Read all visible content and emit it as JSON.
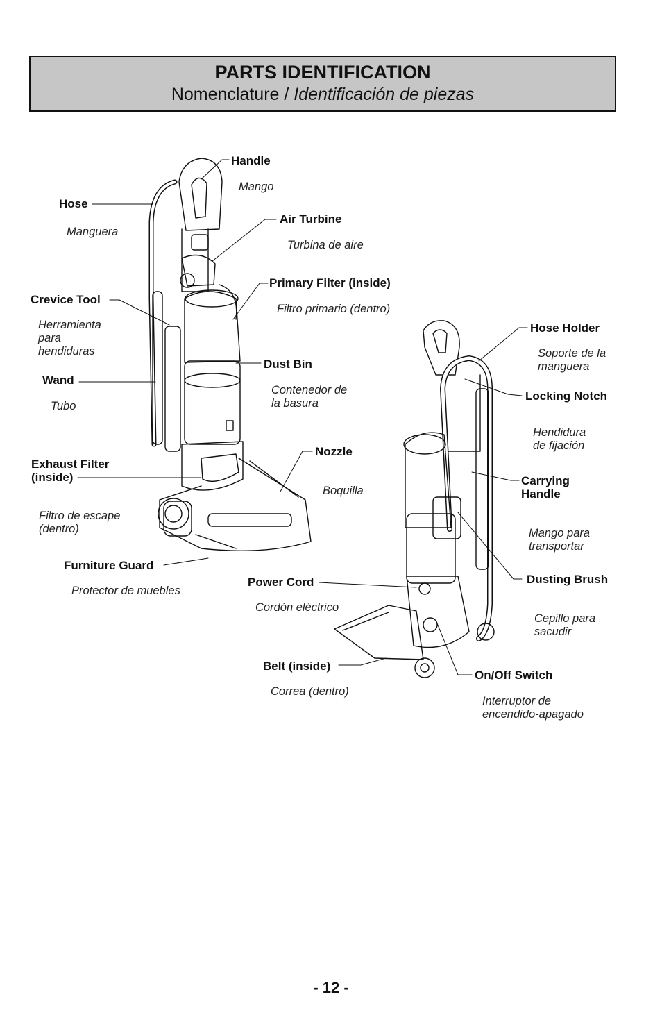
{
  "header": {
    "title": "PARTS IDENTIFICATION",
    "subtitle_fr": "Nomenclature / ",
    "subtitle_es": "Identificación de piezas"
  },
  "parts": {
    "handle": {
      "en": "Handle",
      "es": "Mango"
    },
    "hose": {
      "en": "Hose",
      "es": "Manguera"
    },
    "air_turbine": {
      "en": "Air Turbine",
      "es": "Turbina de aire"
    },
    "primary_filter": {
      "en": "Primary Filter (inside)",
      "es": "Filtro primario (dentro)"
    },
    "crevice_tool": {
      "en": "Crevice Tool",
      "es": "Herramienta\npara\nhendiduras"
    },
    "dust_bin": {
      "en": "Dust Bin",
      "es": "Contenedor de\nla basura"
    },
    "wand": {
      "en": "Wand",
      "es": "Tubo"
    },
    "nozzle": {
      "en": "Nozzle",
      "es": "Boquilla"
    },
    "exhaust_filter": {
      "en": "Exhaust Filter\n(inside)",
      "es": "Filtro de escape\n(dentro)"
    },
    "furniture_guard": {
      "en": "Furniture Guard",
      "es": "Protector de muebles"
    },
    "hose_holder": {
      "en": "Hose Holder",
      "es": "Soporte de la\nmanguera"
    },
    "locking_notch": {
      "en": "Locking Notch",
      "es": "Hendidura\nde fijación"
    },
    "carrying_handle": {
      "en": "Carrying\nHandle",
      "es": "Mango para\ntransportar"
    },
    "dusting_brush": {
      "en": "Dusting Brush",
      "es": "Cepillo para\nsacudir"
    },
    "power_cord": {
      "en": "Power Cord",
      "es": "Cordón eléctrico"
    },
    "belt": {
      "en": "Belt (inside)",
      "es": "Correa (dentro)"
    },
    "on_off_switch": {
      "en": "On/Off Switch",
      "es": "Interruptor de\nencendido-apagado"
    }
  },
  "page_number": "- 12 -"
}
